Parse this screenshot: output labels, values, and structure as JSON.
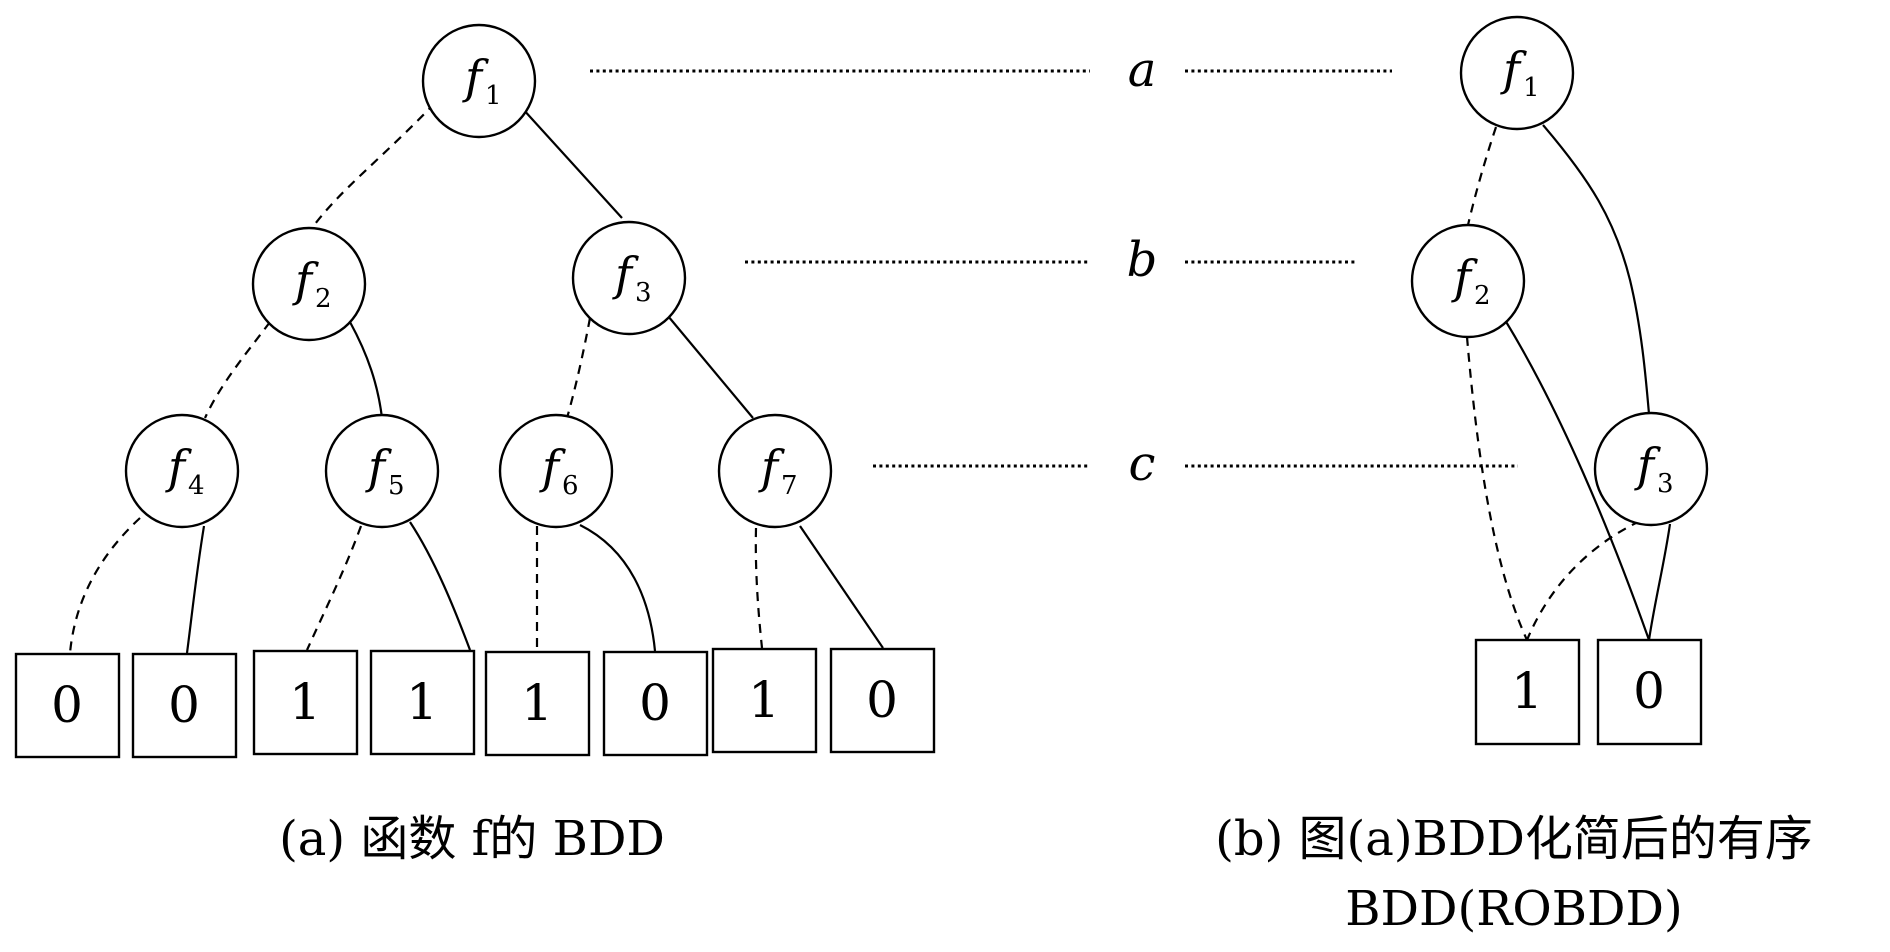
{
  "diagram_a": {
    "nodes": [
      {
        "id": "f1",
        "main": "f",
        "sub": "1"
      },
      {
        "id": "f2",
        "main": "f",
        "sub": "2"
      },
      {
        "id": "f3",
        "main": "f",
        "sub": "3"
      },
      {
        "id": "f4",
        "main": "f",
        "sub": "4"
      },
      {
        "id": "f5",
        "main": "f",
        "sub": "5"
      },
      {
        "id": "f6",
        "main": "f",
        "sub": "6"
      },
      {
        "id": "f7",
        "main": "f",
        "sub": "7"
      }
    ],
    "terminals": [
      "0",
      "0",
      "1",
      "1",
      "1",
      "0",
      "1",
      "0"
    ],
    "caption": "(a) 函数 f的 BDD"
  },
  "levels": {
    "a": "a",
    "b": "b",
    "c": "c"
  },
  "diagram_b": {
    "nodes": [
      {
        "id": "f1",
        "main": "f",
        "sub": "1"
      },
      {
        "id": "f2",
        "main": "f",
        "sub": "2"
      },
      {
        "id": "f3",
        "main": "f",
        "sub": "3"
      }
    ],
    "terminals": [
      "1",
      "0"
    ],
    "caption_line1": "(b) 图(a)BDD化简后的有序",
    "caption_line2": "BDD(ROBDD)"
  }
}
